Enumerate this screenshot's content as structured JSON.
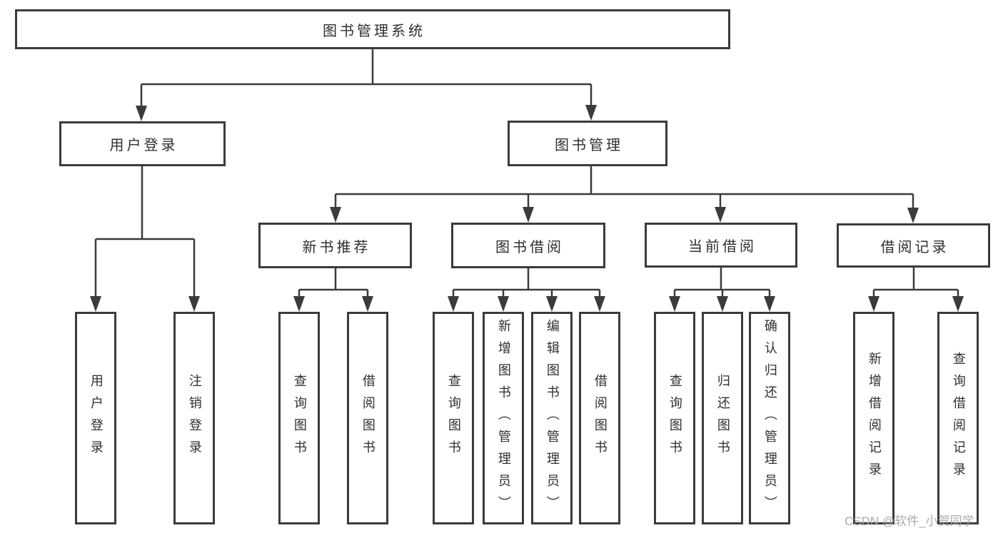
{
  "diagram": {
    "root_label": "图书管理系统",
    "level2": [
      {
        "label": "用户登录"
      },
      {
        "label": "图书管理"
      }
    ],
    "level3": [
      {
        "label": "新书推荐"
      },
      {
        "label": "图书借阅"
      },
      {
        "label": "当前借阅"
      },
      {
        "label": "借阅记录"
      }
    ],
    "leaves": [
      "用户登录",
      "注销登录",
      "查询图书",
      "借阅图书",
      "查询图书",
      "新增图书（管理员）",
      "编辑图书（管理员）",
      "借阅图书",
      "查询图书",
      "归还图书",
      "确认归还（管理员）",
      "新增借阅记录",
      "查询借阅记录"
    ]
  },
  "watermark": {
    "text": "CSDN @软件_小贺同学"
  },
  "colors": {
    "line": "#3b3b3b",
    "text": "#2f2f2f",
    "watermark": "#a3a3a3",
    "background": "#ffffff"
  }
}
